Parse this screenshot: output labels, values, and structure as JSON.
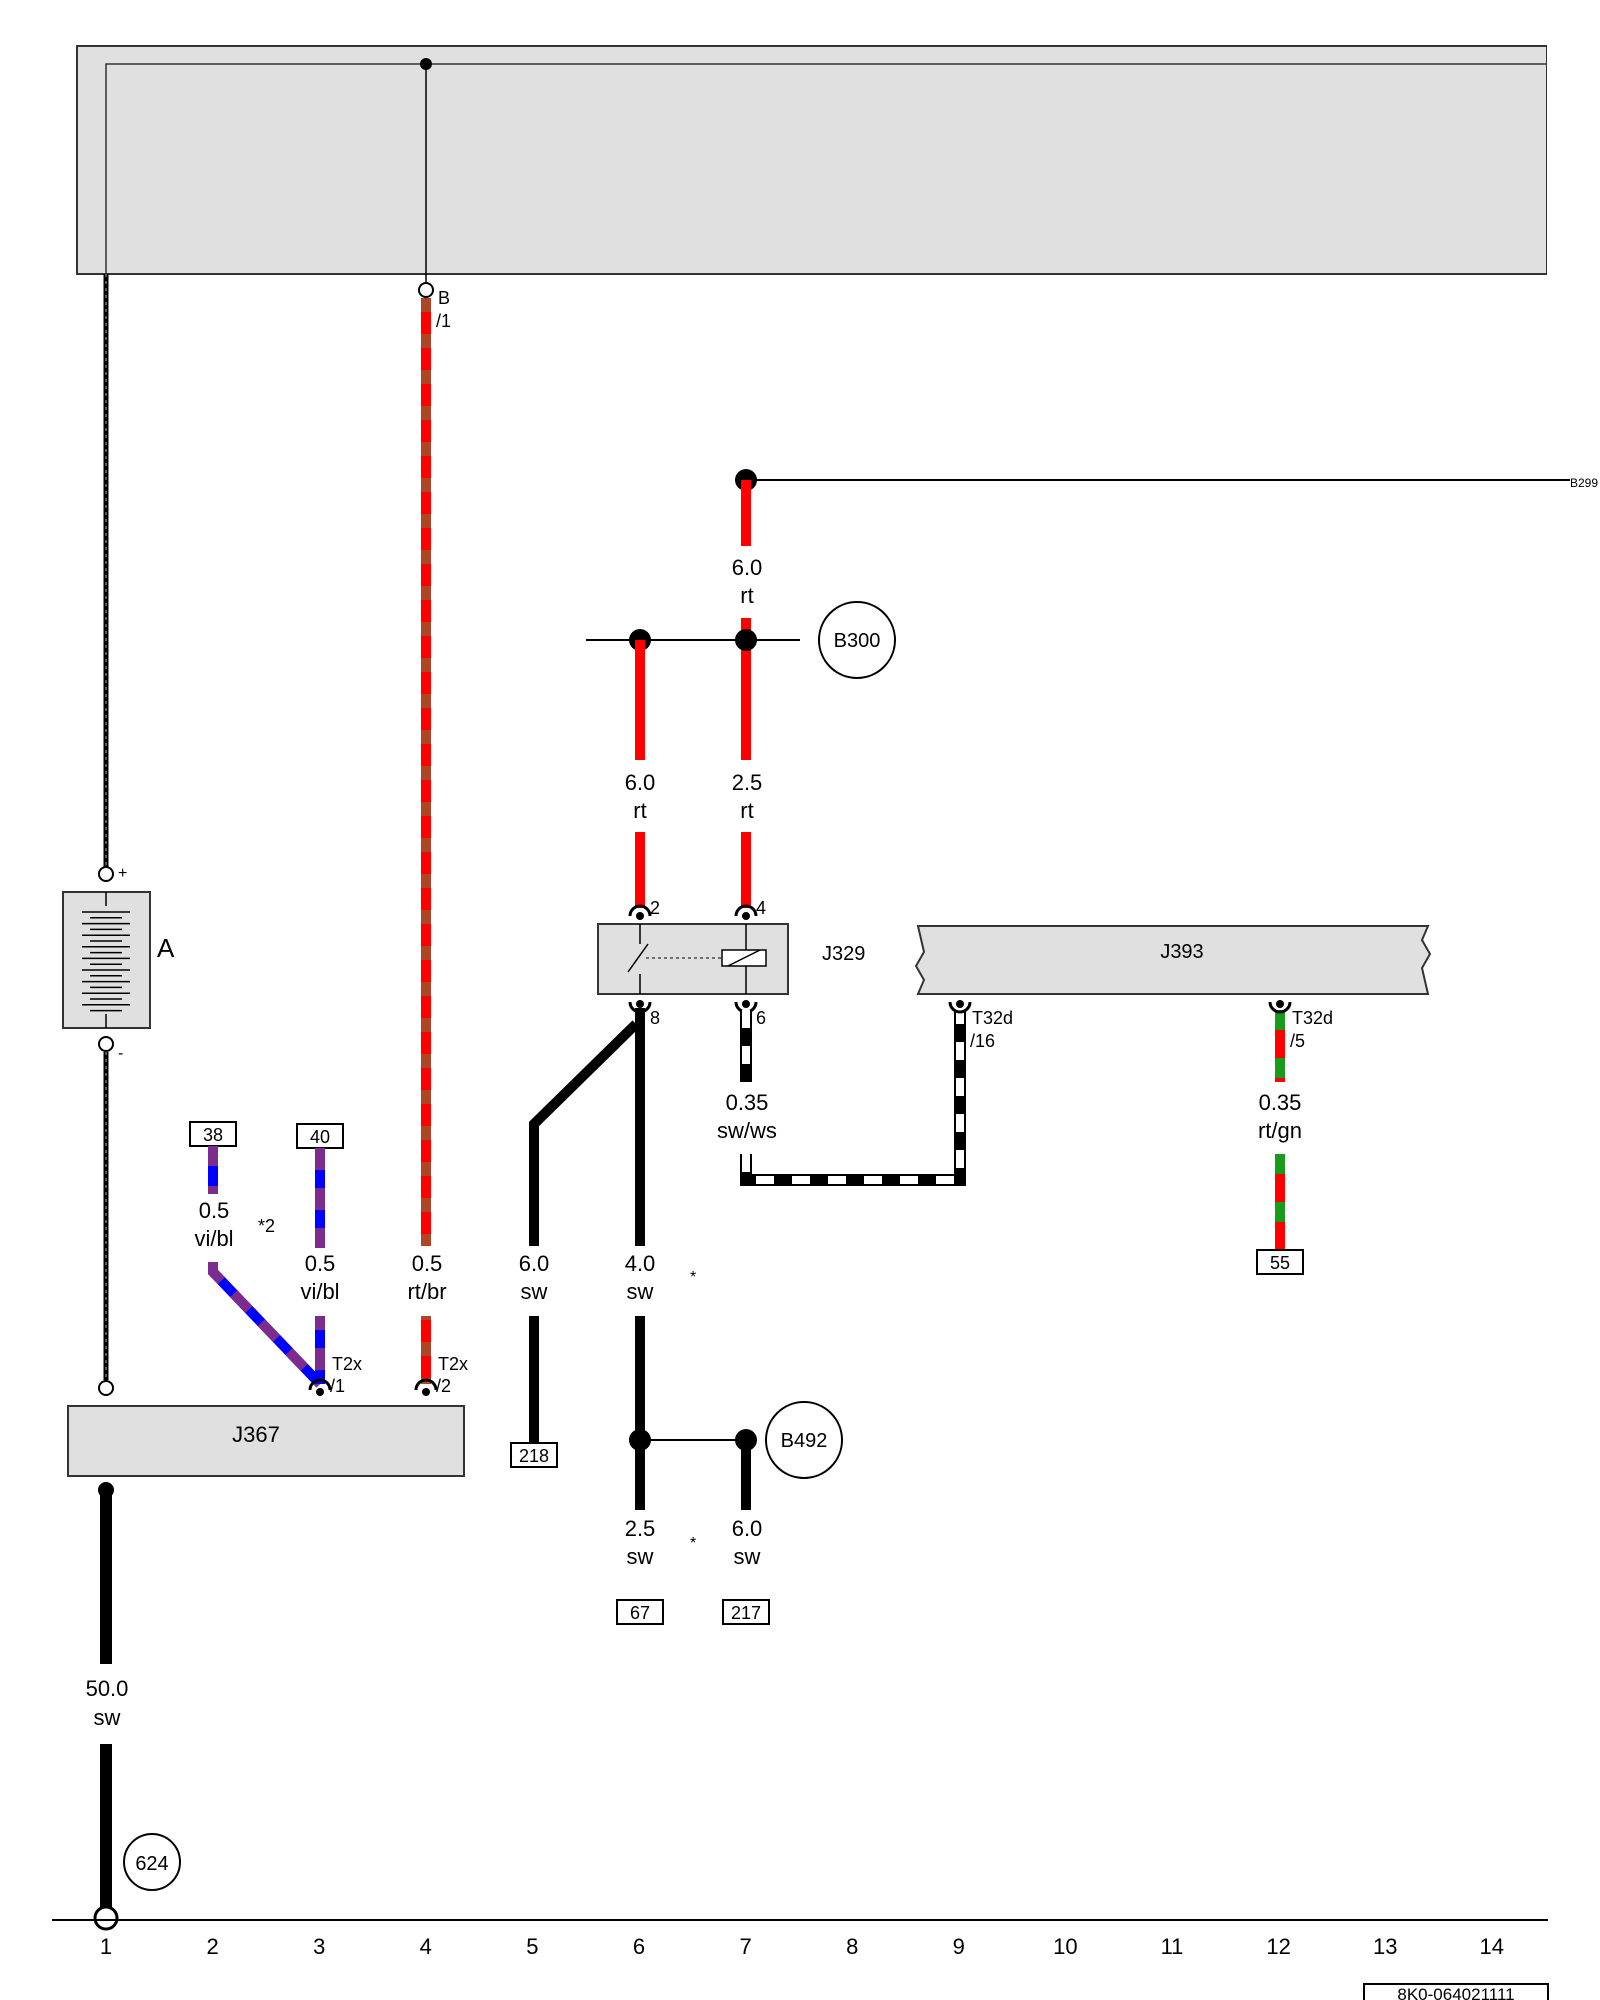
{
  "labels": {
    "battery_name": "A",
    "battery_plus": "+",
    "battery_minus": "-",
    "j329_name": "J329",
    "j393_name": "J393",
    "j367_name": "J367",
    "b300": "B300",
    "b492": "B492",
    "g624": "624",
    "b299": "B299",
    "doc_code": "8K0-064021111",
    "footnote_2": "*2",
    "star_1": "*",
    "star_2": "*"
  },
  "pins": {
    "b1_a": "B",
    "b1_b": "/1",
    "j329_2": "2",
    "j329_4": "4",
    "j329_8": "8",
    "j329_6": "6",
    "j393_16_a": "T32d",
    "j393_16_b": "/16",
    "j393_5_a": "T32d",
    "j393_5_b": "/5",
    "j367_1_a": "T2x",
    "j367_1_b": "/1",
    "j367_2_a": "T2x",
    "j367_2_b": "/2"
  },
  "wires": {
    "w_top_rt": {
      "size": "6.0",
      "color": "rt"
    },
    "w_j329_2": {
      "size": "6.0",
      "color": "rt"
    },
    "w_j329_4": {
      "size": "2.5",
      "color": "rt"
    },
    "w_j329_6": {
      "size": "0.35",
      "color": "sw/ws"
    },
    "w_j393_5": {
      "size": "0.35",
      "color": "rt/gn"
    },
    "w_38": {
      "size": "0.5",
      "color": "vi/bl"
    },
    "w_40": {
      "size": "0.5",
      "color": "vi/bl"
    },
    "w_rtbr": {
      "size": "0.5",
      "color": "rt/br"
    },
    "w_218": {
      "size": "6.0",
      "color": "sw"
    },
    "w_j329_8": {
      "size": "4.0",
      "color": "sw"
    },
    "w_67": {
      "size": "2.5",
      "color": "sw"
    },
    "w_217": {
      "size": "6.0",
      "color": "sw"
    },
    "w_ground": {
      "size": "50.0",
      "color": "sw"
    }
  },
  "refs": {
    "r38": "38",
    "r40": "40",
    "r218": "218",
    "r55": "55",
    "r67": "67",
    "r217": "217"
  },
  "grid": [
    "1",
    "2",
    "3",
    "4",
    "5",
    "6",
    "7",
    "8",
    "9",
    "10",
    "11",
    "12",
    "13",
    "14"
  ],
  "colors": {
    "rt": "#ff0000",
    "br": "#a0522d",
    "vi": "#7b2c8e",
    "bl": "#0000ff",
    "gn": "#1a9a1a",
    "sw": "#000000",
    "ws": "#ffffff",
    "component_fill": "#e0e0e0"
  }
}
